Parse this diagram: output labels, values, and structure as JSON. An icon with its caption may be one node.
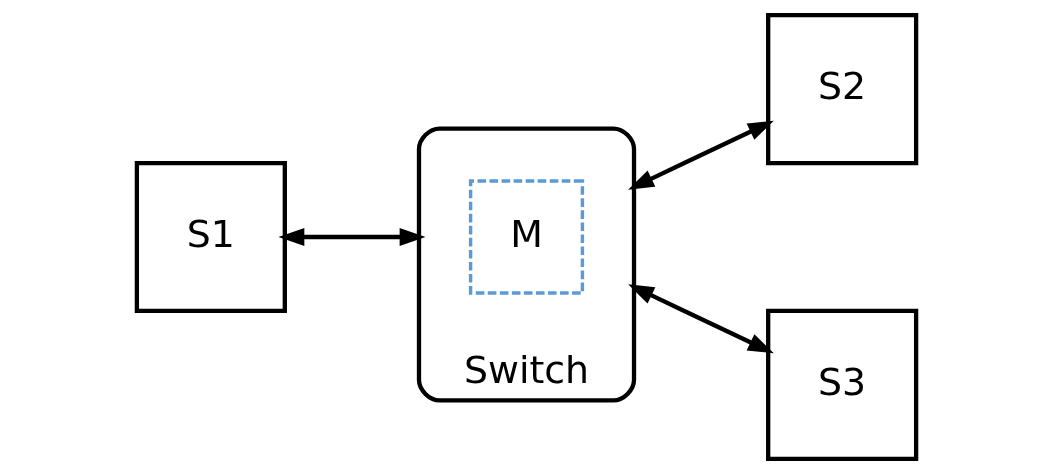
{
  "diagram": {
    "nodes": [
      {
        "text": [
          "S1"
        ]
      },
      {
        "text": [
          "Switch"
        ]
      },
      {
        "text": [
          "M"
        ],
        "in": 1
      },
      {
        "text": [
          "S2"
        ]
      },
      {
        "text": [
          "S3"
        ]
      }
    ],
    "edges": [
      {
        "from": 0,
        "to": 1,
        "arrow": "both"
      },
      {
        "from": 1,
        "to": 3,
        "arrow": "both"
      },
      {
        "from": 1,
        "to": 4,
        "arrow": "both"
      }
    ]
  }
}
